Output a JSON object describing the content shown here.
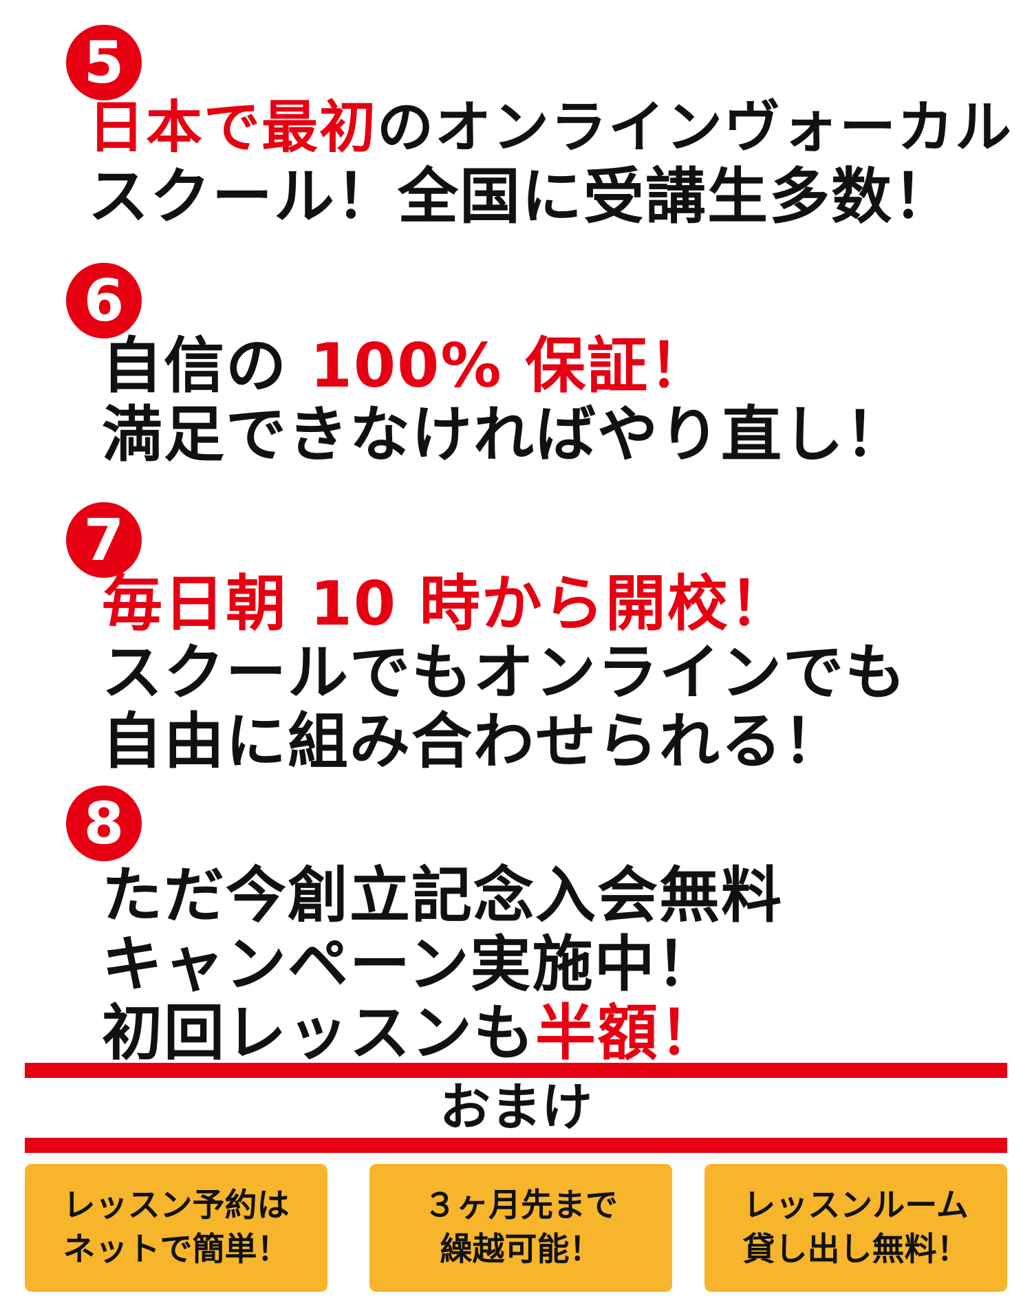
{
  "colors": {
    "accent_red": "#e60012",
    "box_orange": "#f7b52b",
    "text": "#111111"
  },
  "items": [
    {
      "number": "5",
      "lines": [
        [
          {
            "text": "日本で最初",
            "red": true
          },
          {
            "text": "のオンラインヴォーカル",
            "red": false
          }
        ],
        [
          {
            "text": "スクール！全国に受講生多数！",
            "red": false
          }
        ]
      ]
    },
    {
      "number": "6",
      "lines": [
        [
          {
            "text": "自信の ",
            "red": false
          },
          {
            "text": "100% 保証！",
            "red": true
          }
        ],
        [
          {
            "text": "満足できなければやり直し！",
            "red": false
          }
        ]
      ]
    },
    {
      "number": "7",
      "lines": [
        [
          {
            "text": "毎日朝 10 時から開校！",
            "red": true
          }
        ],
        [
          {
            "text": "スクールでもオンラインでも",
            "red": false
          }
        ],
        [
          {
            "text": "自由に組み合わせられる！",
            "red": false
          }
        ]
      ]
    },
    {
      "number": "8",
      "lines": [
        [
          {
            "text": "ただ今創立記念入会無料",
            "red": false
          }
        ],
        [
          {
            "text": "キャンペーン実施中！",
            "red": false
          }
        ],
        [
          {
            "text": "初回レッスンも",
            "red": false
          },
          {
            "text": "半額！",
            "red": true
          }
        ]
      ]
    }
  ],
  "omake": {
    "heading": "おまけ",
    "boxes": [
      {
        "line1": "レッスン予約は",
        "line2": "ネットで簡単！"
      },
      {
        "line1": "３ヶ月先まで",
        "line2": "繰越可能！"
      },
      {
        "line1": "レッスンルーム",
        "line2": "貸し出し無料！"
      }
    ]
  }
}
